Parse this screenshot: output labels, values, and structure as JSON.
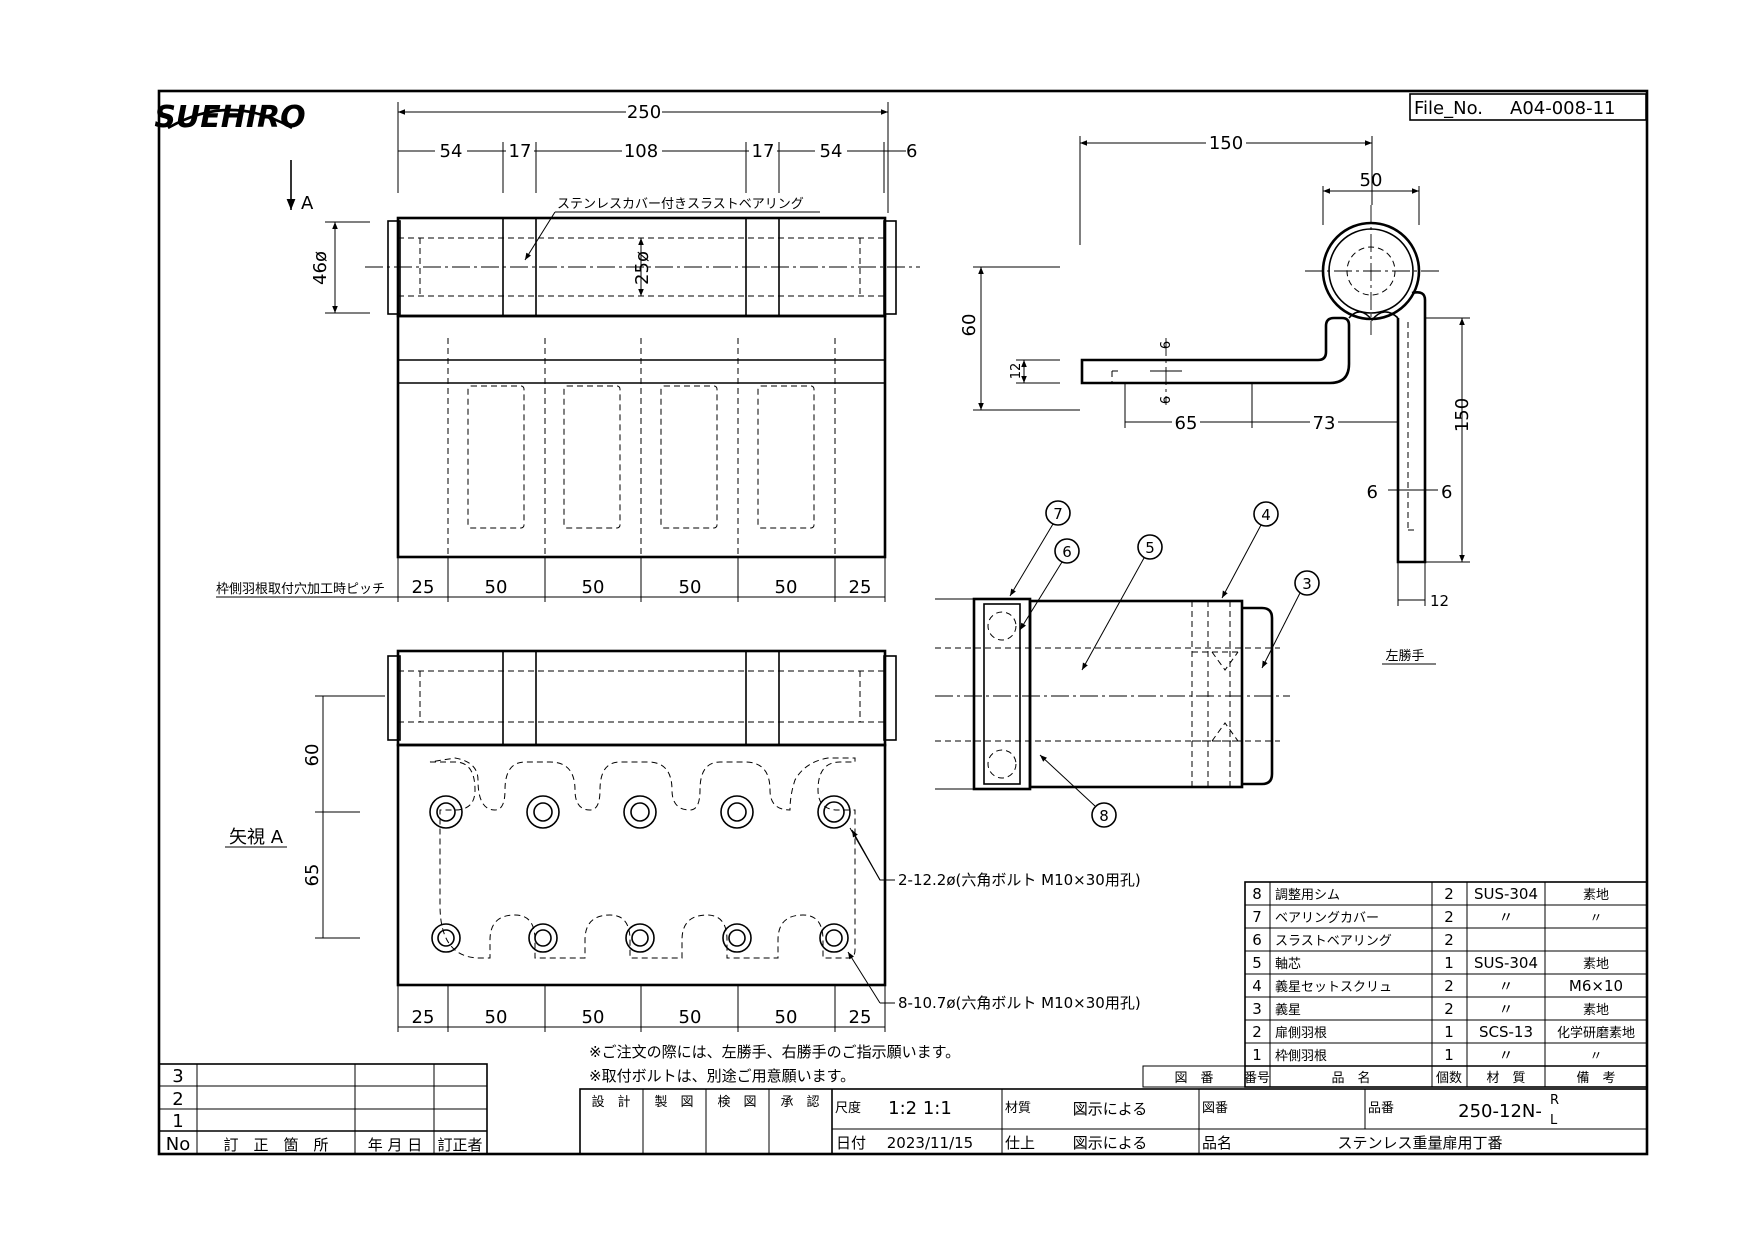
{
  "logo": {
    "text": "SUEHIRO"
  },
  "file_no": {
    "label": "File_No.",
    "value": "A04-008-11"
  },
  "top_view": {
    "overall": "250",
    "segments": [
      "54",
      "17",
      "108",
      "17",
      "54",
      "6"
    ],
    "view_arrow": "A",
    "pin_dia_outer": "46ø",
    "pin_dia_inner": "25ø",
    "callout": "ステンレスカバー付きスラストベアリング",
    "pitch_label": "枠側羽根取付穴加工時ピッチ",
    "pitch": [
      "25",
      "50",
      "50",
      "50",
      "50",
      "25"
    ]
  },
  "side_view": {
    "width_top": "150",
    "boss": "50",
    "height_left": "60",
    "thick_left": "12",
    "six_a": "6",
    "six_b": "6",
    "len_a": "65",
    "len_b": "73",
    "height_right": "150",
    "six_c": "6",
    "six_d": "6",
    "thick_bottom": "12",
    "hand_label": "左勝手"
  },
  "view_a": {
    "label": "矢視 A",
    "dim_60": "60",
    "dim_65": "65",
    "hole_large": "2-12.2ø(六角ボルト M10×30用孔)",
    "hole_small": "8-10.7ø(六角ボルト M10×30用孔)",
    "pitch": [
      "25",
      "50",
      "50",
      "50",
      "50",
      "25"
    ]
  },
  "detail": {
    "balloons": [
      "7",
      "6",
      "5",
      "4",
      "3",
      "8"
    ]
  },
  "notes": [
    "※ご注文の際には、左勝手、右勝手のご指示願います。",
    "※取付ボルトは、別途ご用意願います。"
  ],
  "parts": {
    "headers": [
      "番号",
      "品　名",
      "個数",
      "材　質",
      "備　考"
    ],
    "zuban": "図　番",
    "rows": [
      {
        "no": "8",
        "name": "調整用シム",
        "qty": "2",
        "mat": "SUS-304",
        "note": "素地"
      },
      {
        "no": "7",
        "name": "ベアリングカバー",
        "qty": "2",
        "mat": "〃",
        "note": "〃"
      },
      {
        "no": "6",
        "name": "スラストベアリング",
        "qty": "2",
        "mat": "",
        "note": ""
      },
      {
        "no": "5",
        "name": "軸芯",
        "qty": "1",
        "mat": "SUS-304",
        "note": "素地"
      },
      {
        "no": "4",
        "name": "義星セットスクリュ",
        "qty": "2",
        "mat": "〃",
        "note": "M6×10"
      },
      {
        "no": "3",
        "name": "義星",
        "qty": "2",
        "mat": "〃",
        "note": "素地"
      },
      {
        "no": "2",
        "name": "扉側羽根",
        "qty": "1",
        "mat": "SCS-13",
        "note": "化学研磨素地"
      },
      {
        "no": "1",
        "name": "枠側羽根",
        "qty": "1",
        "mat": "〃",
        "note": "〃"
      }
    ]
  },
  "revisions": {
    "rows": [
      "3",
      "2",
      "1"
    ],
    "headers": [
      "No",
      "訂　正　箇　所",
      "年 月 日",
      "訂正者"
    ]
  },
  "title_block": {
    "sign": [
      "設　計",
      "製　図",
      "検　図",
      "承　認"
    ],
    "scale_label": "尺度",
    "scale": "1:2  1:1",
    "material_label": "材質",
    "material": "図示による",
    "drawing_no_label": "図番",
    "item_no_label": "品番",
    "item_no": "250-12N-",
    "item_no_sup": "R",
    "item_no_sub": "L",
    "date_label": "日付",
    "date": "2023/11/15",
    "finish_label": "仕上",
    "finish": "図示による",
    "name_label": "品名",
    "name": "ステンレス重量扉用丁番"
  }
}
